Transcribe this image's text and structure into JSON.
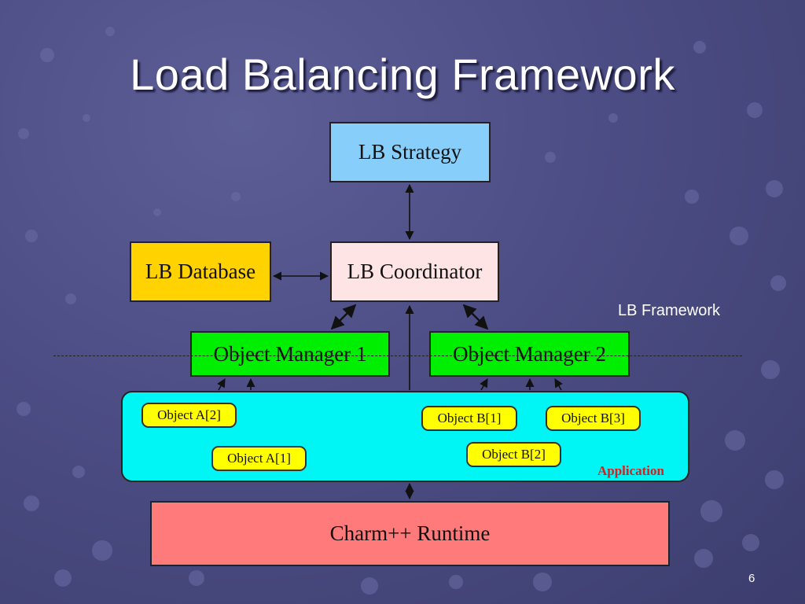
{
  "slide": {
    "title": "Load Balancing Framework",
    "page_number": "6",
    "framework_label": "LB Framework"
  },
  "diagram": {
    "lb_strategy": "LB Strategy",
    "lb_database": "LB Database",
    "lb_coordinator": "LB Coordinator",
    "object_manager_1": "Object Manager 1",
    "object_manager_2": "Object Manager 2",
    "application_label": "Application",
    "runtime": "Charm++ Runtime",
    "objects": {
      "a2": "Object A[2]",
      "a1": "Object A[1]",
      "b1": "Object B[1]",
      "b3": "Object B[3]",
      "b2": "Object B[2]"
    }
  },
  "colors": {
    "strategy": "#87cefa",
    "database": "#ffd200",
    "coordinator": "#ffe4e6",
    "object_manager": "#00ee00",
    "application": "#00f5f5",
    "object": "#ffff00",
    "runtime": "#ff7a7a",
    "application_label": "#d42020"
  }
}
